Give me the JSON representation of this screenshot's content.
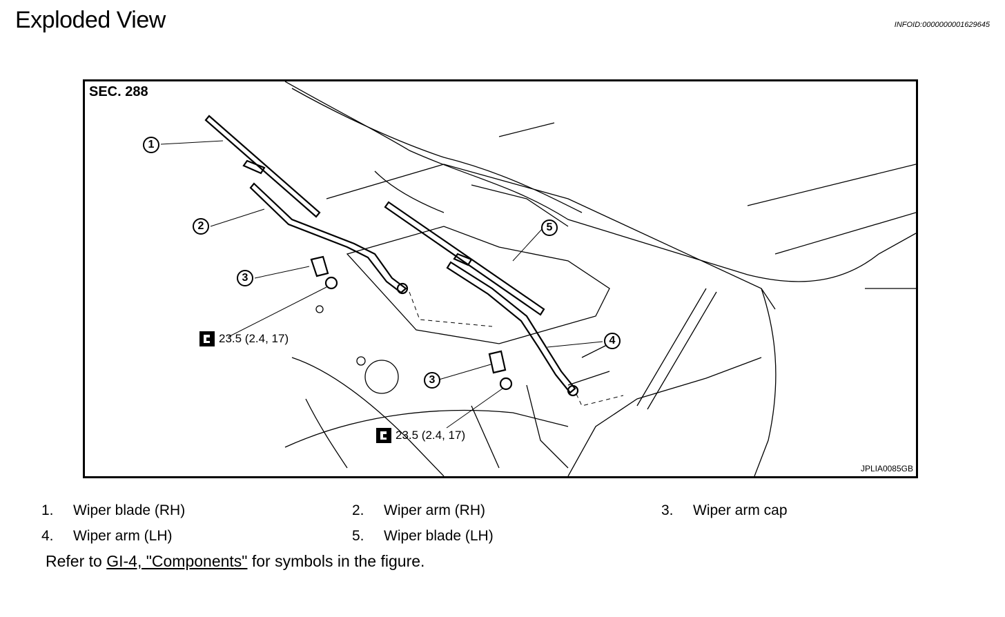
{
  "header": {
    "title": "Exploded View",
    "info_id": "INFOID:0000000001629645"
  },
  "figure": {
    "section": "SEC. 288",
    "code": "JPLIA0085GB",
    "callouts": [
      "1",
      "2",
      "3",
      "3",
      "4",
      "5"
    ],
    "torque_upper": "23.5 (2.4, 17)",
    "torque_lower": "23.5 (2.4, 17)",
    "torque_icon": "torque-wrench-icon"
  },
  "legend": {
    "items": [
      {
        "num": "1.",
        "text": "Wiper blade (RH)"
      },
      {
        "num": "2.",
        "text": "Wiper arm (RH)"
      },
      {
        "num": "3.",
        "text": "Wiper arm cap"
      },
      {
        "num": "4.",
        "text": "Wiper arm (LH)"
      },
      {
        "num": "5.",
        "text": "Wiper blade (LH)"
      }
    ]
  },
  "note": {
    "prefix": "Refer to ",
    "link": "GI-4, \"Components\"",
    "suffix": " for symbols in the figure."
  }
}
